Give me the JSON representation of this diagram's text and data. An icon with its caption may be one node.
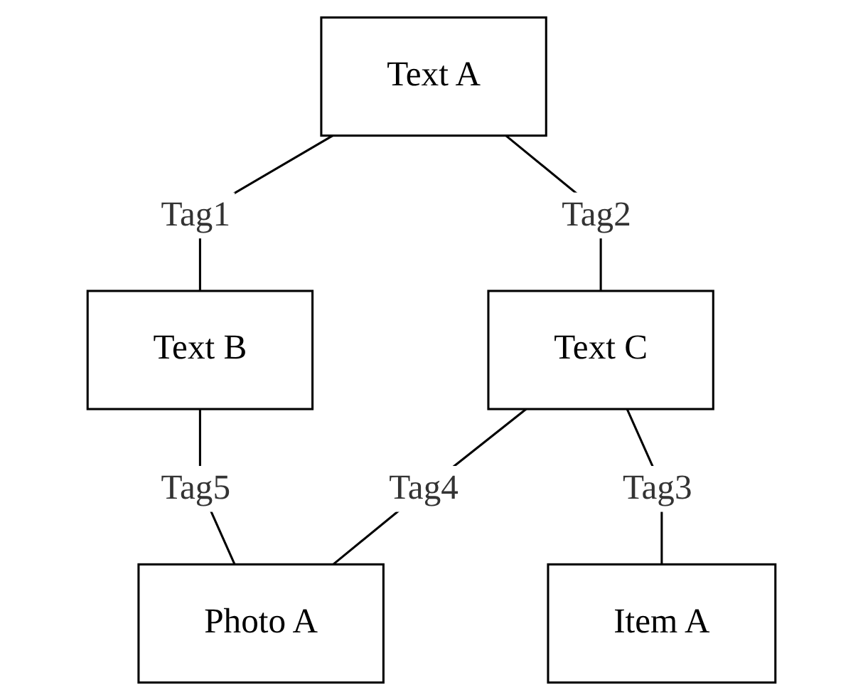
{
  "diagram": {
    "nodes": [
      {
        "text": [
          "Text A"
        ]
      },
      {
        "text": [
          "Text B"
        ]
      },
      {
        "text": [
          "Text C"
        ]
      },
      {
        "text": [
          "Photo A"
        ]
      },
      {
        "text": [
          "Item A"
        ]
      }
    ],
    "edges": [
      {
        "from": 0,
        "to": 1,
        "arrow": "none",
        "label": "Tag1"
      },
      {
        "from": 0,
        "to": 2,
        "arrow": "none",
        "label": "Tag2"
      },
      {
        "from": 1,
        "to": 3,
        "arrow": "none",
        "label": "Tag5"
      },
      {
        "from": 2,
        "to": 3,
        "arrow": "none",
        "label": "Tag4"
      },
      {
        "from": 2,
        "to": 4,
        "arrow": "none",
        "label": "Tag3"
      }
    ]
  }
}
